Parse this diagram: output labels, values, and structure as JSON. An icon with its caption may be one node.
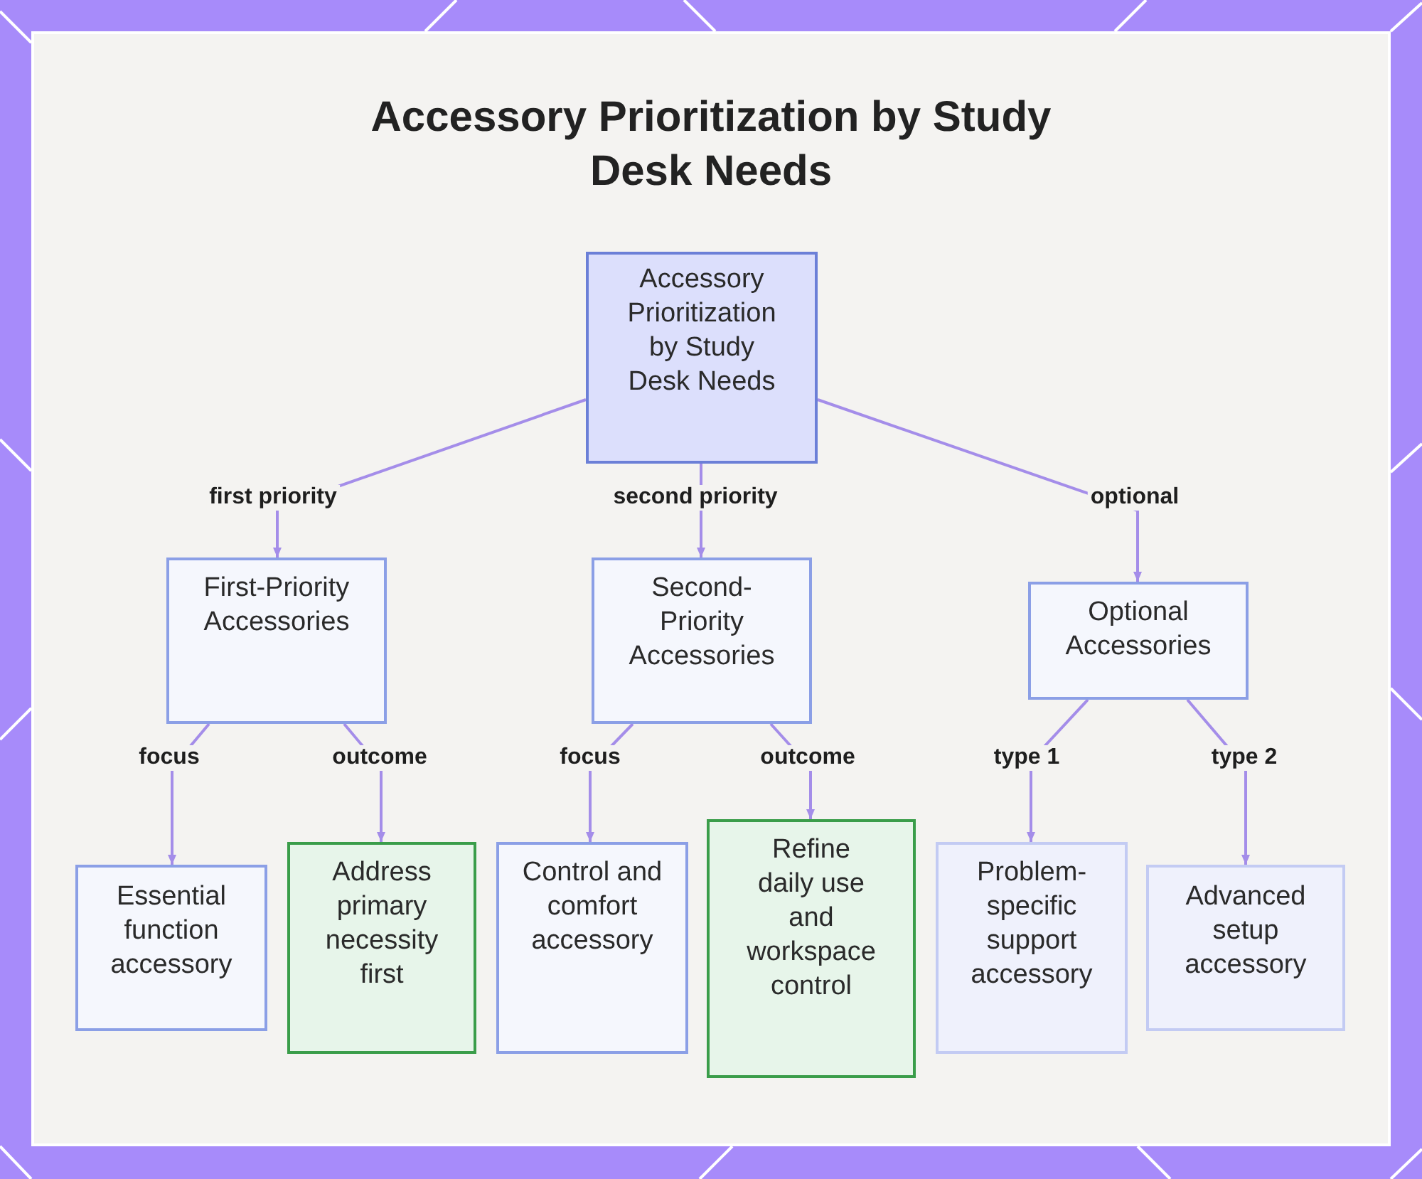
{
  "diagram": {
    "title": "Accessory Prioritization by Study Desk Needs",
    "nodes": [
      {
        "text": [
          "Accessory Prioritization by Study Desk Needs"
        ]
      },
      {
        "text": [
          "First-Priority Accessories"
        ]
      },
      {
        "text": [
          "Second-Priority Accessories"
        ]
      },
      {
        "text": [
          "Optional Accessories"
        ]
      },
      {
        "text": [
          "Essential function accessory"
        ]
      },
      {
        "text": [
          "Address primary necessity first"
        ]
      },
      {
        "text": [
          "Control and comfort accessory"
        ]
      },
      {
        "text": [
          "Refine daily use and workspace control"
        ]
      },
      {
        "text": [
          "Problem-specific support accessory"
        ]
      },
      {
        "text": [
          "Advanced setup accessory"
        ]
      }
    ],
    "edges": [
      {
        "from": 0,
        "to": 1,
        "arrow": "to",
        "label": "first priority"
      },
      {
        "from": 0,
        "to": 2,
        "arrow": "to",
        "label": "second priority"
      },
      {
        "from": 0,
        "to": 3,
        "arrow": "to",
        "label": "optional"
      },
      {
        "from": 1,
        "to": 4,
        "arrow": "to",
        "label": "focus"
      },
      {
        "from": 1,
        "to": 5,
        "arrow": "to",
        "label": "outcome"
      },
      {
        "from": 2,
        "to": 6,
        "arrow": "to",
        "label": "focus"
      },
      {
        "from": 2,
        "to": 7,
        "arrow": "to",
        "label": "outcome"
      },
      {
        "from": 3,
        "to": 8,
        "arrow": "to",
        "label": "type 1"
      },
      {
        "from": 3,
        "to": 9,
        "arrow": "to",
        "label": "type 2"
      }
    ]
  }
}
